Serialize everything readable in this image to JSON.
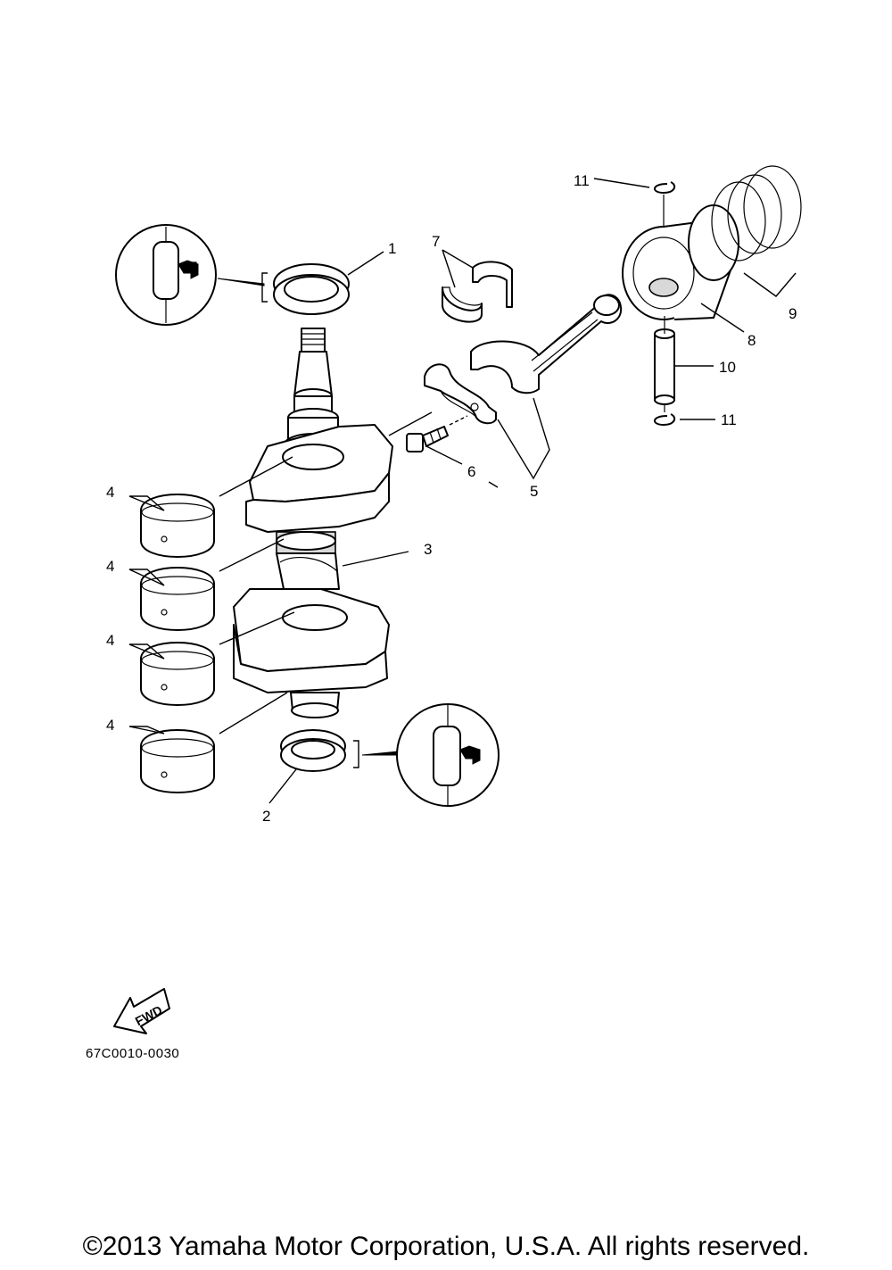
{
  "callouts": [
    {
      "id": "p1",
      "label": "1"
    },
    {
      "id": "p2",
      "label": "2"
    },
    {
      "id": "p3",
      "label": "3"
    },
    {
      "id": "p4a",
      "label": "4"
    },
    {
      "id": "p4b",
      "label": "4"
    },
    {
      "id": "p4c",
      "label": "4"
    },
    {
      "id": "p4d",
      "label": "4"
    },
    {
      "id": "p5",
      "label": "5"
    },
    {
      "id": "p6",
      "label": "6"
    },
    {
      "id": "p7",
      "label": "7"
    },
    {
      "id": "p8",
      "label": "8"
    },
    {
      "id": "p9",
      "label": "9"
    },
    {
      "id": "p10",
      "label": "10"
    },
    {
      "id": "p11a",
      "label": "11"
    },
    {
      "id": "p11b",
      "label": "11"
    }
  ],
  "fwd_arrow": {
    "label": "FWD",
    "icon": "fwd-arrow-icon"
  },
  "diagram_code": "67C0010-0030",
  "copyright": "©2013 Yamaha Motor Corporation, U.S.A. All rights reserved.",
  "icons": {
    "grease": "grease-apply-icon"
  }
}
